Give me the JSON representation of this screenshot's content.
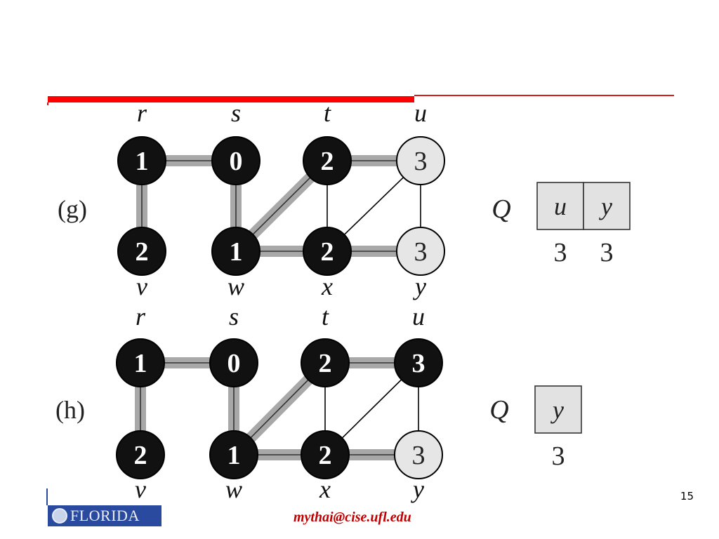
{
  "slide": {
    "page_number": "15",
    "footer_email": "mythai@cise.ufl.edu",
    "logo_text": "FLORIDA",
    "colors": {
      "accent_bar": "#ff0000",
      "accent_line": "#d62020",
      "tree_edge": "#a8a8a8",
      "black_node": "#111111",
      "gray_node": "#e6e6e6",
      "queue_fill": "#e2e2e2"
    }
  },
  "diagrams": [
    {
      "label": "(g)",
      "queue_label": "Q",
      "nodes": [
        {
          "id": "r",
          "letter": "r",
          "distance": "1",
          "color": "black"
        },
        {
          "id": "s",
          "letter": "s",
          "distance": "0",
          "color": "black"
        },
        {
          "id": "t",
          "letter": "t",
          "distance": "2",
          "color": "black"
        },
        {
          "id": "u",
          "letter": "u",
          "distance": "3",
          "color": "gray"
        },
        {
          "id": "v",
          "letter": "v",
          "distance": "2",
          "color": "black"
        },
        {
          "id": "w",
          "letter": "w",
          "distance": "1",
          "color": "black"
        },
        {
          "id": "x",
          "letter": "x",
          "distance": "2",
          "color": "black"
        },
        {
          "id": "y",
          "letter": "y",
          "distance": "3",
          "color": "gray"
        }
      ],
      "edges": [
        {
          "from": "r",
          "to": "s",
          "tree": true
        },
        {
          "from": "r",
          "to": "v",
          "tree": true
        },
        {
          "from": "s",
          "to": "w",
          "tree": true
        },
        {
          "from": "w",
          "to": "t",
          "tree": true
        },
        {
          "from": "w",
          "to": "x",
          "tree": true
        },
        {
          "from": "t",
          "to": "u",
          "tree": true
        },
        {
          "from": "x",
          "to": "y",
          "tree": true
        },
        {
          "from": "t",
          "to": "x",
          "tree": false
        },
        {
          "from": "x",
          "to": "u",
          "tree": false
        },
        {
          "from": "u",
          "to": "y",
          "tree": false
        }
      ],
      "queue": [
        {
          "vertex": "u",
          "distance": "3"
        },
        {
          "vertex": "y",
          "distance": "3"
        }
      ]
    },
    {
      "label": "(h)",
      "queue_label": "Q",
      "nodes": [
        {
          "id": "r",
          "letter": "r",
          "distance": "1",
          "color": "black"
        },
        {
          "id": "s",
          "letter": "s",
          "distance": "0",
          "color": "black"
        },
        {
          "id": "t",
          "letter": "t",
          "distance": "2",
          "color": "black"
        },
        {
          "id": "u",
          "letter": "u",
          "distance": "3",
          "color": "black"
        },
        {
          "id": "v",
          "letter": "v",
          "distance": "2",
          "color": "black"
        },
        {
          "id": "w",
          "letter": "w",
          "distance": "1",
          "color": "black"
        },
        {
          "id": "x",
          "letter": "x",
          "distance": "2",
          "color": "black"
        },
        {
          "id": "y",
          "letter": "y",
          "distance": "3",
          "color": "gray"
        }
      ],
      "edges": [
        {
          "from": "r",
          "to": "s",
          "tree": true
        },
        {
          "from": "r",
          "to": "v",
          "tree": true
        },
        {
          "from": "s",
          "to": "w",
          "tree": true
        },
        {
          "from": "w",
          "to": "t",
          "tree": true
        },
        {
          "from": "w",
          "to": "x",
          "tree": true
        },
        {
          "from": "t",
          "to": "u",
          "tree": true
        },
        {
          "from": "x",
          "to": "y",
          "tree": true
        },
        {
          "from": "t",
          "to": "x",
          "tree": false
        },
        {
          "from": "x",
          "to": "u",
          "tree": false
        },
        {
          "from": "u",
          "to": "y",
          "tree": false
        }
      ],
      "queue": [
        {
          "vertex": "y",
          "distance": "3"
        }
      ]
    }
  ]
}
